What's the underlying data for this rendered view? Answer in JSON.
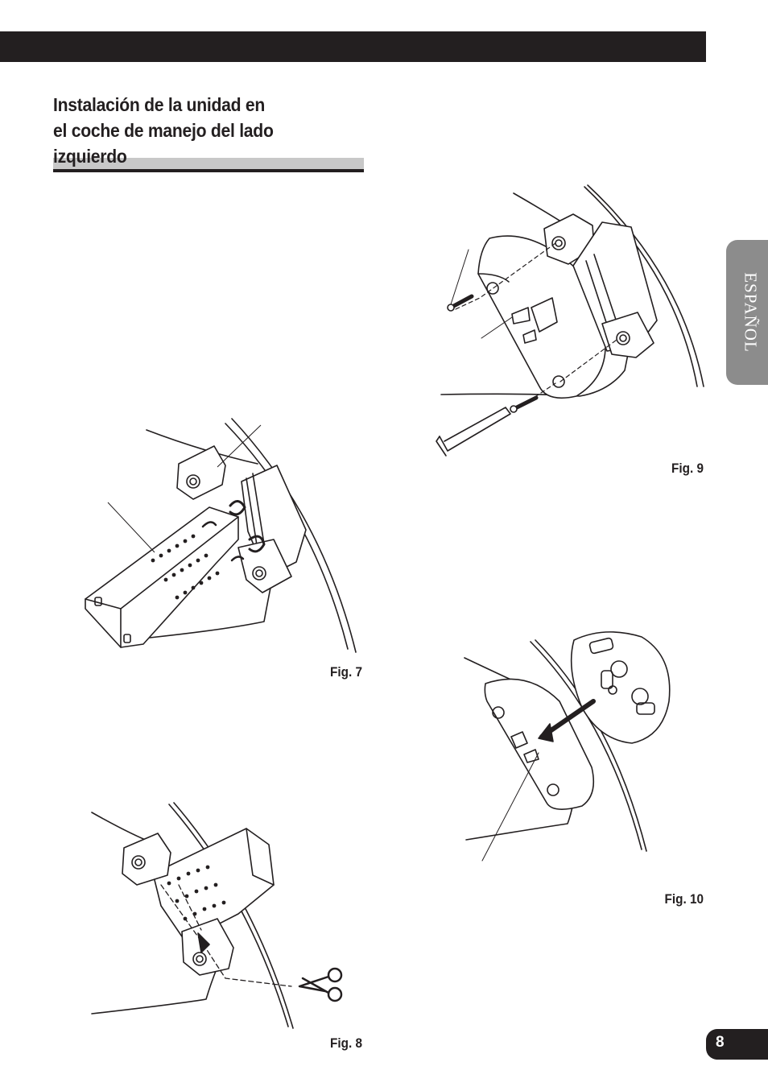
{
  "header": {
    "title_lines": [
      "Instalación de la unidad en",
      "el coche de manejo del lado",
      "izquierdo"
    ]
  },
  "side_tab": {
    "label": "ESPAÑOL",
    "color": "#8c8c8c"
  },
  "figures": {
    "fig7": {
      "caption": "Fig. 7"
    },
    "fig8": {
      "caption": "Fig. 8"
    },
    "fig9": {
      "caption": "Fig. 9"
    },
    "fig10": {
      "caption": "Fig. 10"
    }
  },
  "page": {
    "number": "8"
  }
}
